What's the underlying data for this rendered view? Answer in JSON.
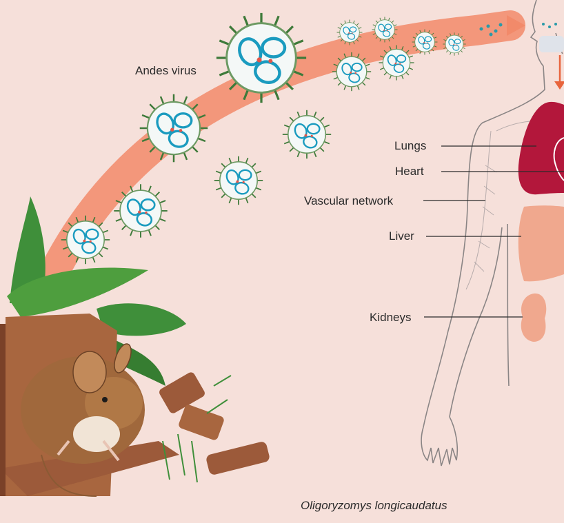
{
  "labels": {
    "virus": "Andes virus",
    "lungs": "Lungs",
    "heart": "Heart",
    "vascular": "Vascular network",
    "liver": "Liver",
    "kidneys": "Kidneys",
    "species": "Oligoryzomys longicaudatus"
  },
  "colors": {
    "background": "#f6e0da",
    "arrow": "#f28a6a",
    "virus_spike": "#3e7a3a",
    "virus_rna": "#1a9bbf",
    "lungs": "#b3173b",
    "liver": "#f0a88e",
    "kidneys": "#f0a88e",
    "leaf": "#3f8f3a",
    "wood": "#9c5a3a",
    "rodent": "#a0683c"
  }
}
